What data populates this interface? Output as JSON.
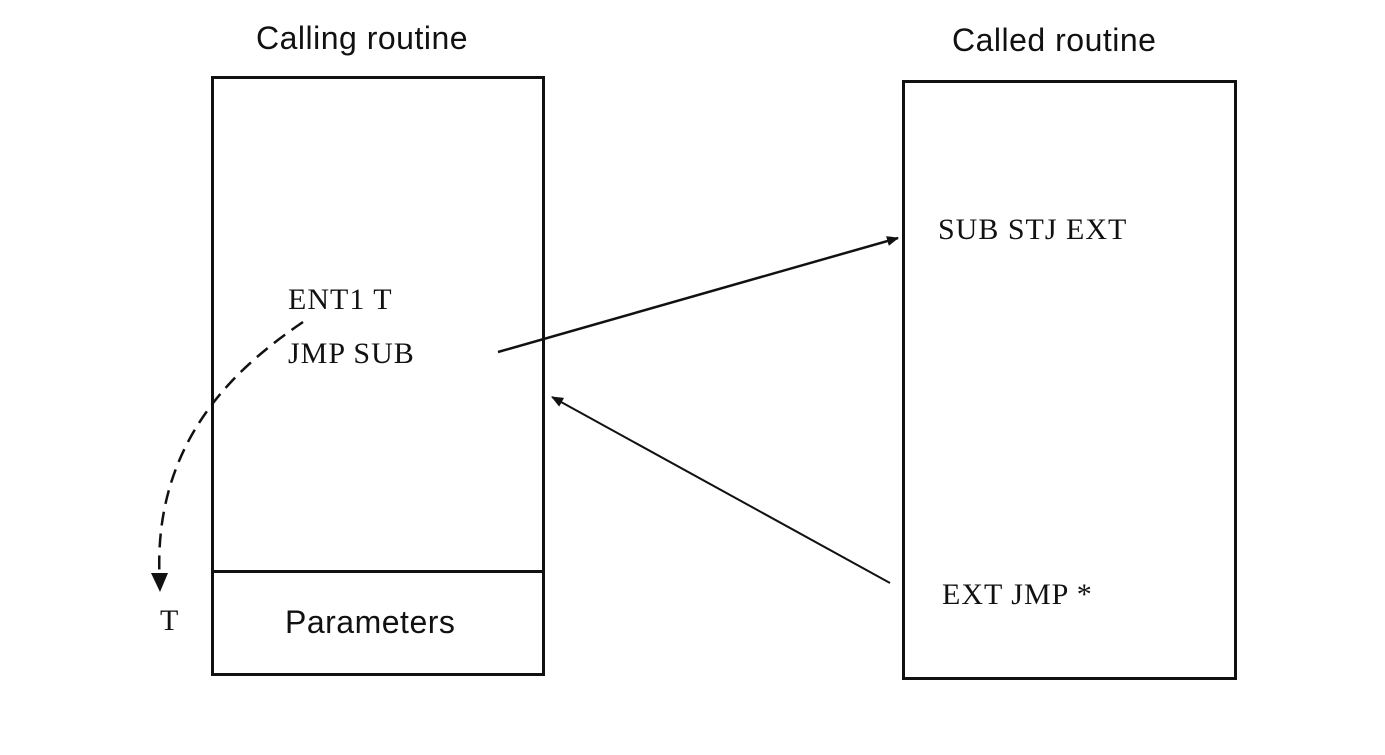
{
  "calling_routine": {
    "title": "Calling routine",
    "code_line_1": "ENT1   T",
    "code_line_2": "JMP   SUB",
    "parameters_label": "Parameters"
  },
  "called_routine": {
    "title": "Called routine",
    "entry_line": "SUB STJ EXT",
    "exit_line": "EXT JMP *"
  },
  "external_label": "T",
  "arrows": [
    {
      "from": "calling-jmp-sub",
      "to": "called-sub-entry",
      "style": "solid"
    },
    {
      "from": "called-ext-exit",
      "to": "calling-return-point",
      "style": "solid"
    },
    {
      "from": "calling-ent1",
      "to": "parameter-label-t",
      "style": "dashed"
    }
  ]
}
